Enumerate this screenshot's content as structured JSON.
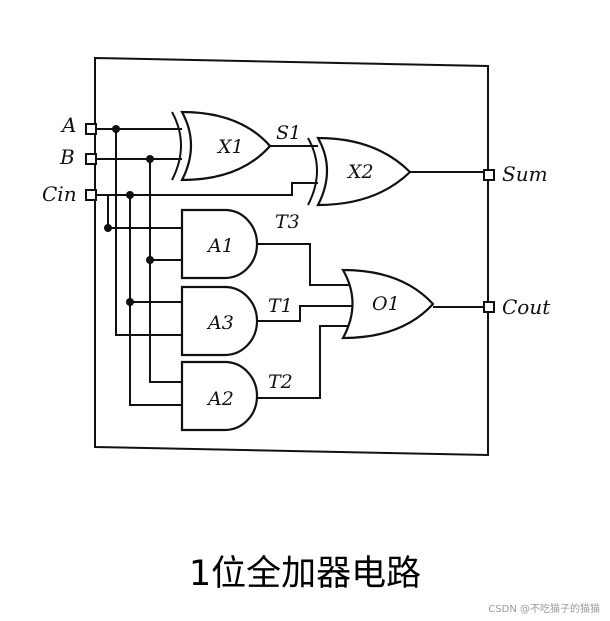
{
  "diagram": {
    "inputs": [
      {
        "label": "A",
        "name": "input-a"
      },
      {
        "label": "B",
        "name": "input-b"
      },
      {
        "label": "Cin",
        "name": "input-cin"
      }
    ],
    "outputs": [
      {
        "label": "Sum",
        "name": "output-sum"
      },
      {
        "label": "Cout",
        "name": "output-cout"
      }
    ],
    "gates": {
      "x1": "X1",
      "x2": "X2",
      "a1": "A1",
      "a3": "A3",
      "a2": "A2",
      "o1": "O1"
    },
    "signals": {
      "s1": "S1",
      "t3": "T3",
      "t1": "T1",
      "t2": "T2"
    }
  },
  "caption": "1位全加器电路",
  "watermark": "CSDN @不吃猫子的猫猫"
}
